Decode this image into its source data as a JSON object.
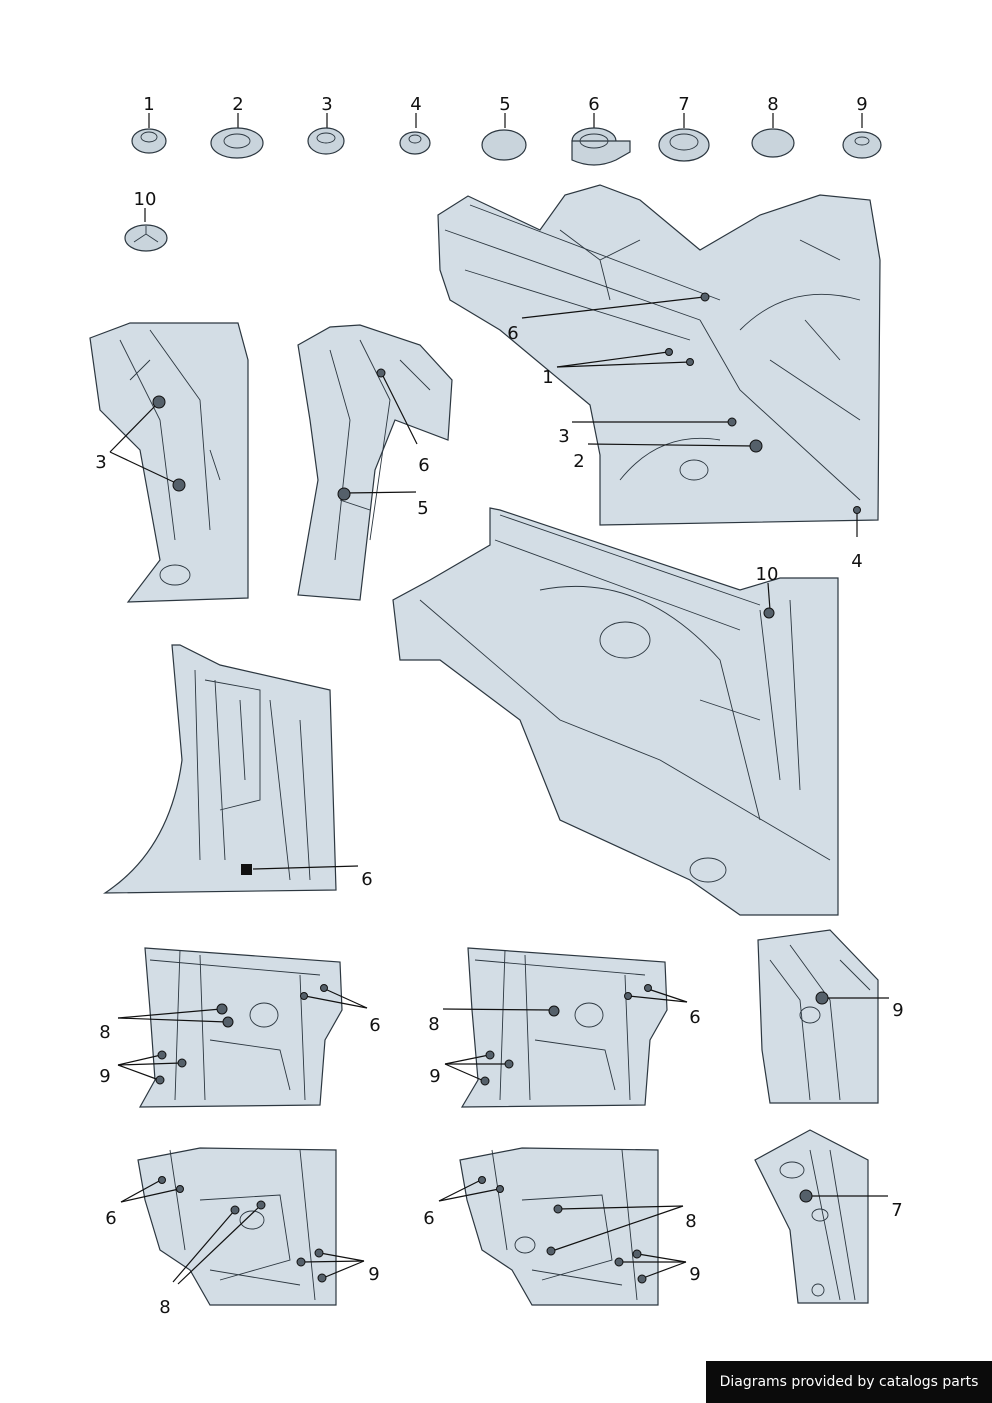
{
  "parts_row": [
    {
      "num": "1",
      "icon": "grommet-icon"
    },
    {
      "num": "2",
      "icon": "grommet-icon"
    },
    {
      "num": "3",
      "icon": "grommet-icon"
    },
    {
      "num": "4",
      "icon": "grommet-icon"
    },
    {
      "num": "5",
      "icon": "grommet-icon"
    },
    {
      "num": "6",
      "icon": "adhesive-tape-roll-icon"
    },
    {
      "num": "7",
      "icon": "grommet-icon"
    },
    {
      "num": "8",
      "icon": "grommet-icon"
    },
    {
      "num": "9",
      "icon": "grommet-icon"
    },
    {
      "num": "10",
      "icon": "plug-icon"
    }
  ],
  "callouts": {
    "front_frame": [
      "6",
      "1",
      "3",
      "2",
      "4"
    ],
    "left_panel_a": [
      "3"
    ],
    "left_panel_b": [
      "6",
      "5"
    ],
    "center_frame": [
      "10"
    ],
    "pillar": [
      "6"
    ],
    "row5_left": [
      "8",
      "9",
      "6"
    ],
    "row5_mid": [
      "8",
      "9",
      "6"
    ],
    "row5_right": [
      "9"
    ],
    "row6_left": [
      "6",
      "8",
      "9"
    ],
    "row6_mid": [
      "6",
      "8",
      "9"
    ],
    "row6_right": [
      "7"
    ]
  },
  "colors": {
    "panel": "#d3dde5",
    "line": "#2c3740",
    "credit_bg": "#0b0b0b"
  },
  "credit": "Diagrams provided by catalogs parts"
}
